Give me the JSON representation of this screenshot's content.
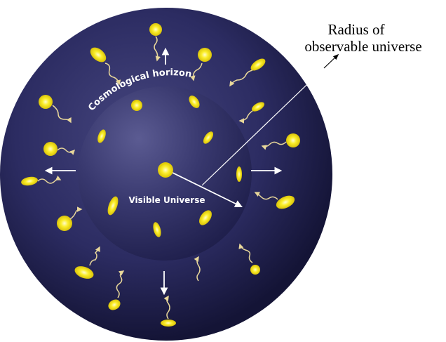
{
  "labels": {
    "radius_line1": "Radius of",
    "radius_line2": "observable universe",
    "horizon": "Cosmological horizon",
    "visible": "Visible Universe"
  },
  "colors": {
    "outer_sphere": "#2a2a60",
    "inner_sphere": "#303068",
    "galaxy": "#f5e71a",
    "trail": "#e8d79a",
    "arrow": "#ffffff",
    "label": "#000000"
  },
  "icons": {
    "galaxy": "spiral-galaxy-icon",
    "trail": "wavy-light-trail",
    "arrow": "expansion-arrow"
  }
}
